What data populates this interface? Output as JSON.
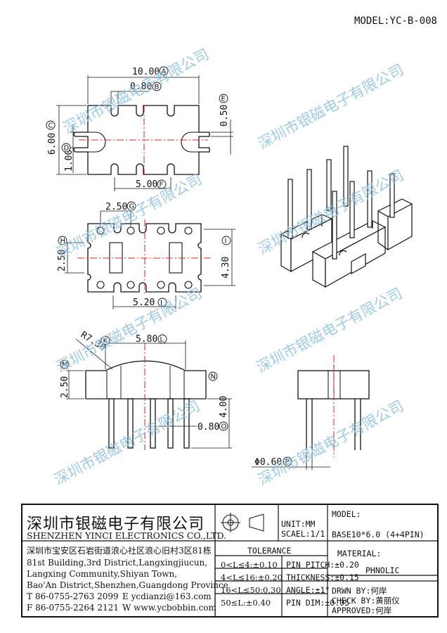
{
  "header": {
    "model": "MODEL:YC-B-008"
  },
  "watermark": {
    "text": "深圳市银磁电子有限公司"
  },
  "dimensions": {
    "A": {
      "value": "10.00",
      "tag": "A"
    },
    "B": {
      "value": "0.80",
      "tag": "B"
    },
    "C": {
      "value": "6.00",
      "tag": "C"
    },
    "D": {
      "value": "1.00",
      "tag": "D"
    },
    "E": {
      "value": "0.50",
      "tag": "E"
    },
    "F": {
      "value": "5.00",
      "tag": "F"
    },
    "G": {
      "value": "2.50",
      "tag": "G"
    },
    "H": {
      "value": "2.50",
      "tag": "H"
    },
    "I": {
      "value": "4.30",
      "tag": "I"
    },
    "J": {
      "value": "5.20",
      "tag": "J"
    },
    "K": {
      "value": "R7.30",
      "tag": "K"
    },
    "L": {
      "value": "5.80",
      "tag": "L"
    },
    "M": {
      "value": "2.50",
      "tag": "M"
    },
    "N": {
      "value": "4.00",
      "tag": "N"
    },
    "O": {
      "value": "0.80",
      "tag": "O"
    },
    "P": {
      "value": "Φ0.60",
      "tag": "P"
    }
  },
  "title_block": {
    "company_cn": "深圳市银磁电子有限公司",
    "company_en": "SHENZHEN YINCI ELECTRONICS CO.,LTD.",
    "address": [
      "深圳市宝安区石岩街道浪心社区浪心旧村3区81栋",
      "81st Building,3rd District,Langxingjiucun,",
      "Langxing Community,Shiyan Town,",
      "Bao'An District,Shenzhen,Guangdong Province"
    ],
    "tel": "T 86-0755-2763 2099",
    "fax": "F 86-0755-2264 2121",
    "email": "E ycdianzi@163.com",
    "web": "W www.ycbobbin.com",
    "unit": "UNIT:MM",
    "scale": "SCAEL:1/1",
    "model_label": "MODEL:",
    "model_value": "BASE10*6.0 (4+4PIN)",
    "tolerance_label": "TOLERANCE",
    "tolerances": [
      "0<L≤4:±0.10",
      "4<L≤16:±0.20",
      "16<L≤50:0.30",
      "50≤L:±0.40"
    ],
    "pin_specs": [
      "PIN PITCH:±0.20",
      "THICKNESS:±0.15",
      "ANGLE:±1°",
      "PIN DIM:±0.05"
    ],
    "material_label": "MATERIAL:",
    "material_value": "PHNOLIC",
    "drawn": "DRWN BY:何岸",
    "check": "CHECK BY:黄丽仪",
    "approved": "APPROVED:何岸"
  }
}
